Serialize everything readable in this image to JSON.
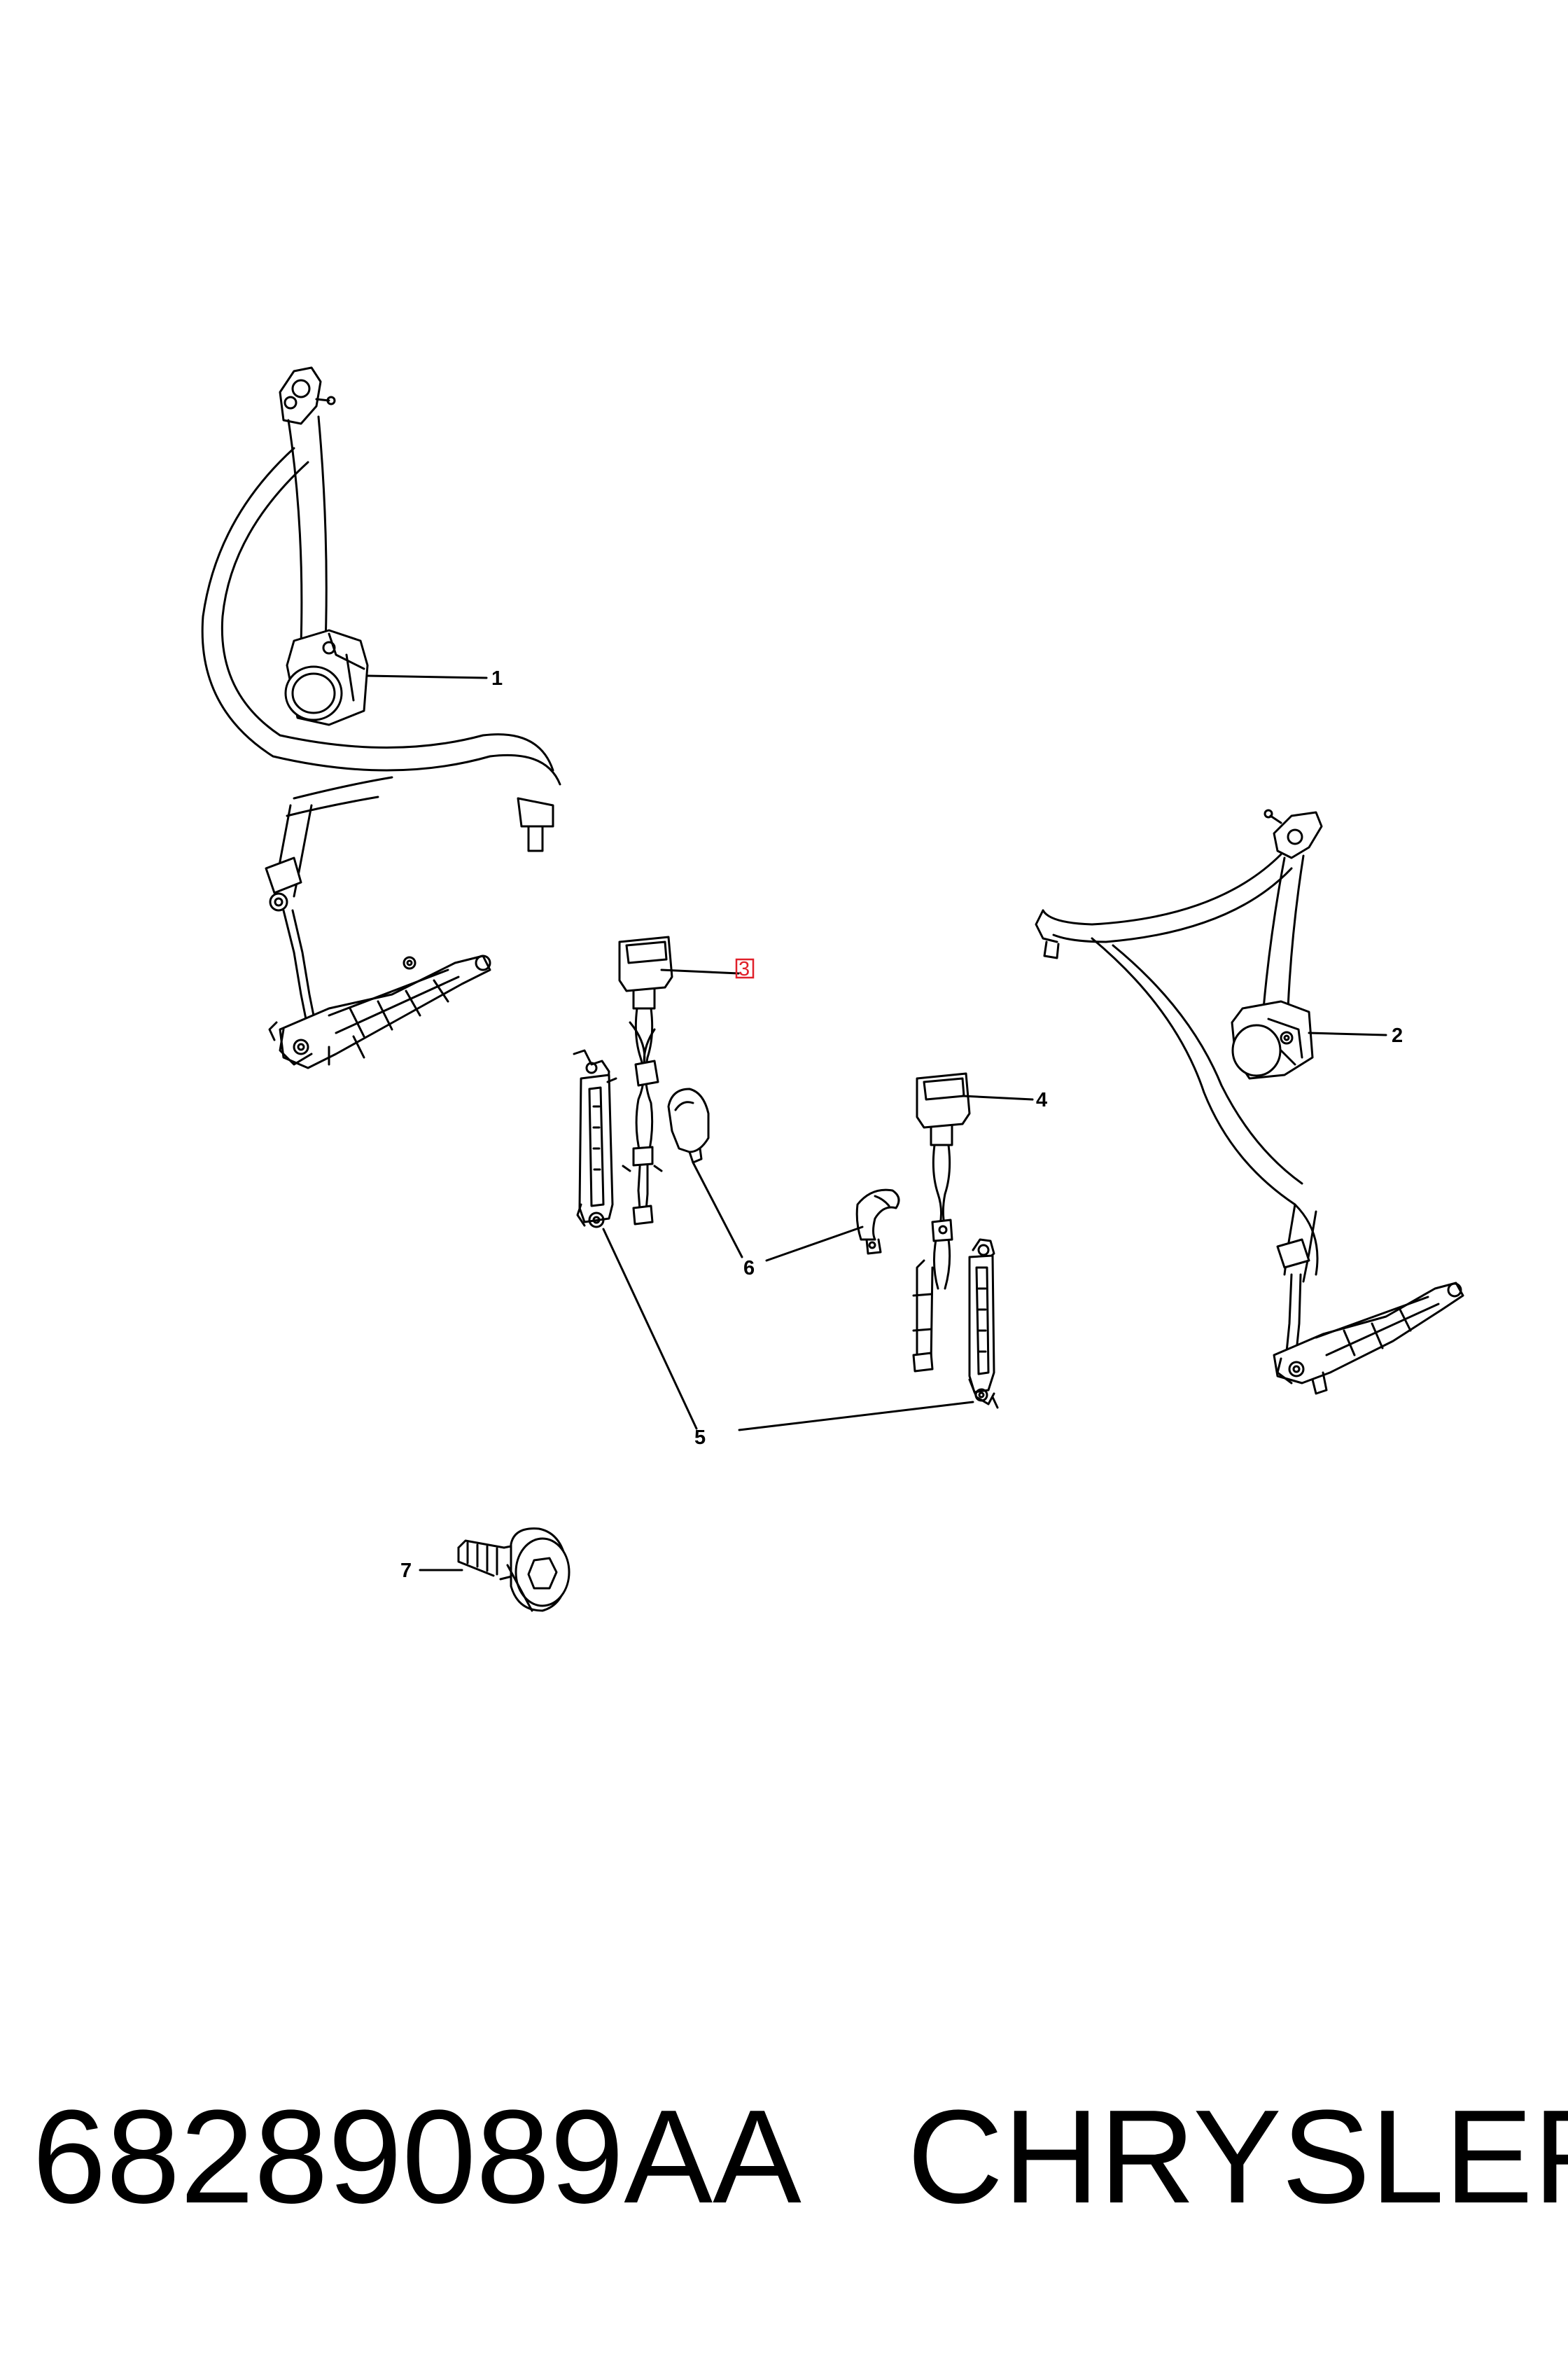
{
  "diagram": {
    "callouts": [
      {
        "id": "1",
        "label": "1"
      },
      {
        "id": "2",
        "label": "2"
      },
      {
        "id": "3",
        "label": "3"
      },
      {
        "id": "4",
        "label": "4"
      },
      {
        "id": "5",
        "label": "5"
      },
      {
        "id": "6",
        "label": "6"
      },
      {
        "id": "7",
        "label": "7"
      }
    ],
    "highlight_color": "#e0202a"
  },
  "footer": {
    "part_number": "68289089AA",
    "brand": "CHRYSLER"
  }
}
